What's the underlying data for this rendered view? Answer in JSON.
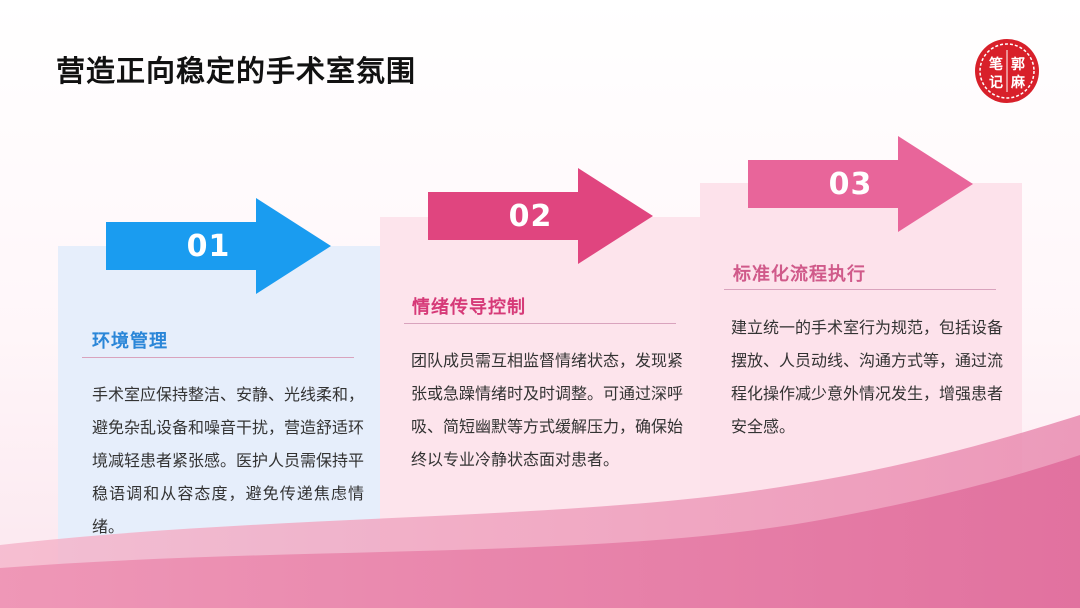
{
  "title": "营造正向稳定的手术室氛围",
  "seal": {
    "chars": [
      "郭",
      "麻",
      "笔",
      "记"
    ],
    "color": "#d8202a"
  },
  "colors": {
    "blue": "#1a9cf0",
    "pink": "#e0457f",
    "pink_light": "#e8659a"
  },
  "cards": [
    {
      "number": "01",
      "heading": "环境管理",
      "body": "手术室应保持整洁、安静、光线柔和，避免杂乱设备和噪音干扰，营造舒适环境减轻患者紧张感。医护人员需保持平稳语调和从容态度，避免传递焦虑情绪。"
    },
    {
      "number": "02",
      "heading": "情绪传导控制",
      "body": "团队成员需互相监督情绪状态，发现紧张或急躁情绪时及时调整。可通过深呼吸、简短幽默等方式缓解压力，确保始终以专业冷静状态面对患者。"
    },
    {
      "number": "03",
      "heading": "标准化流程执行",
      "body": "建立统一的手术室行为规范，包括设备摆放、人员动线、沟通方式等，通过流程化操作减少意外情况发生，增强患者安全感。"
    }
  ]
}
